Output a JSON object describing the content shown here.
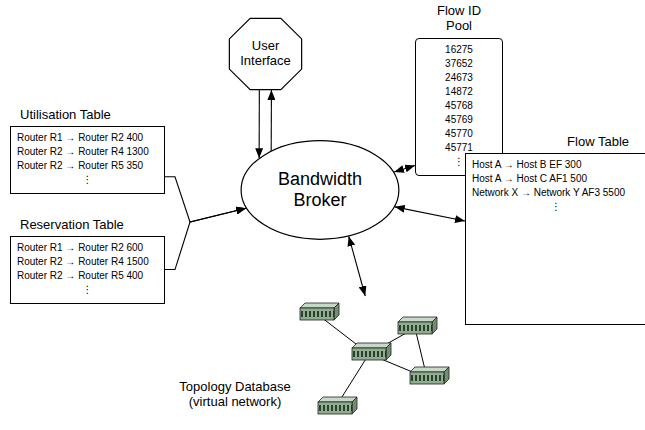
{
  "diagram": {
    "nodes": [
      {
        "text": [
          "User Interface"
        ]
      },
      {
        "text": [
          "Flow ID Pool",
          "16275",
          "37652",
          "24673",
          "14872",
          "45768",
          "45769",
          "45770",
          "45771",
          "⋮"
        ]
      },
      {
        "text": [
          "Utilisation Table",
          "Router R1 → Router R2 400",
          "Router R2 → Router R4 1300",
          "Router R2 → Router R5 350",
          "⋮"
        ]
      },
      {
        "text": [
          "Bandwidth Broker"
        ]
      },
      {
        "text": [
          "Flow Table",
          "Host A → Host B EF 300",
          "Host A → Host C AF1 500",
          "Network X → Network Y AF3 5500",
          "⋮"
        ]
      },
      {
        "text": [
          "Reservation Table",
          "Router R1 → Router R2 600",
          "Router R2 → Router R4 1500",
          "Router R2 → Router R5 400",
          "⋮"
        ]
      },
      {
        "text": [
          "Topology Database (virtual network)"
        ]
      }
    ],
    "edges": [
      {
        "from": 0,
        "to": 3,
        "arrow": "to"
      },
      {
        "from": 3,
        "to": 0,
        "arrow": "to"
      },
      {
        "from": 3,
        "to": 1,
        "arrow": "both"
      },
      {
        "from": 2,
        "to": 3,
        "arrow": "to"
      },
      {
        "from": 5,
        "to": 3,
        "arrow": "to"
      },
      {
        "from": 3,
        "to": 4,
        "arrow": "both"
      },
      {
        "from": 3,
        "to": 6,
        "arrow": "both"
      }
    ]
  }
}
